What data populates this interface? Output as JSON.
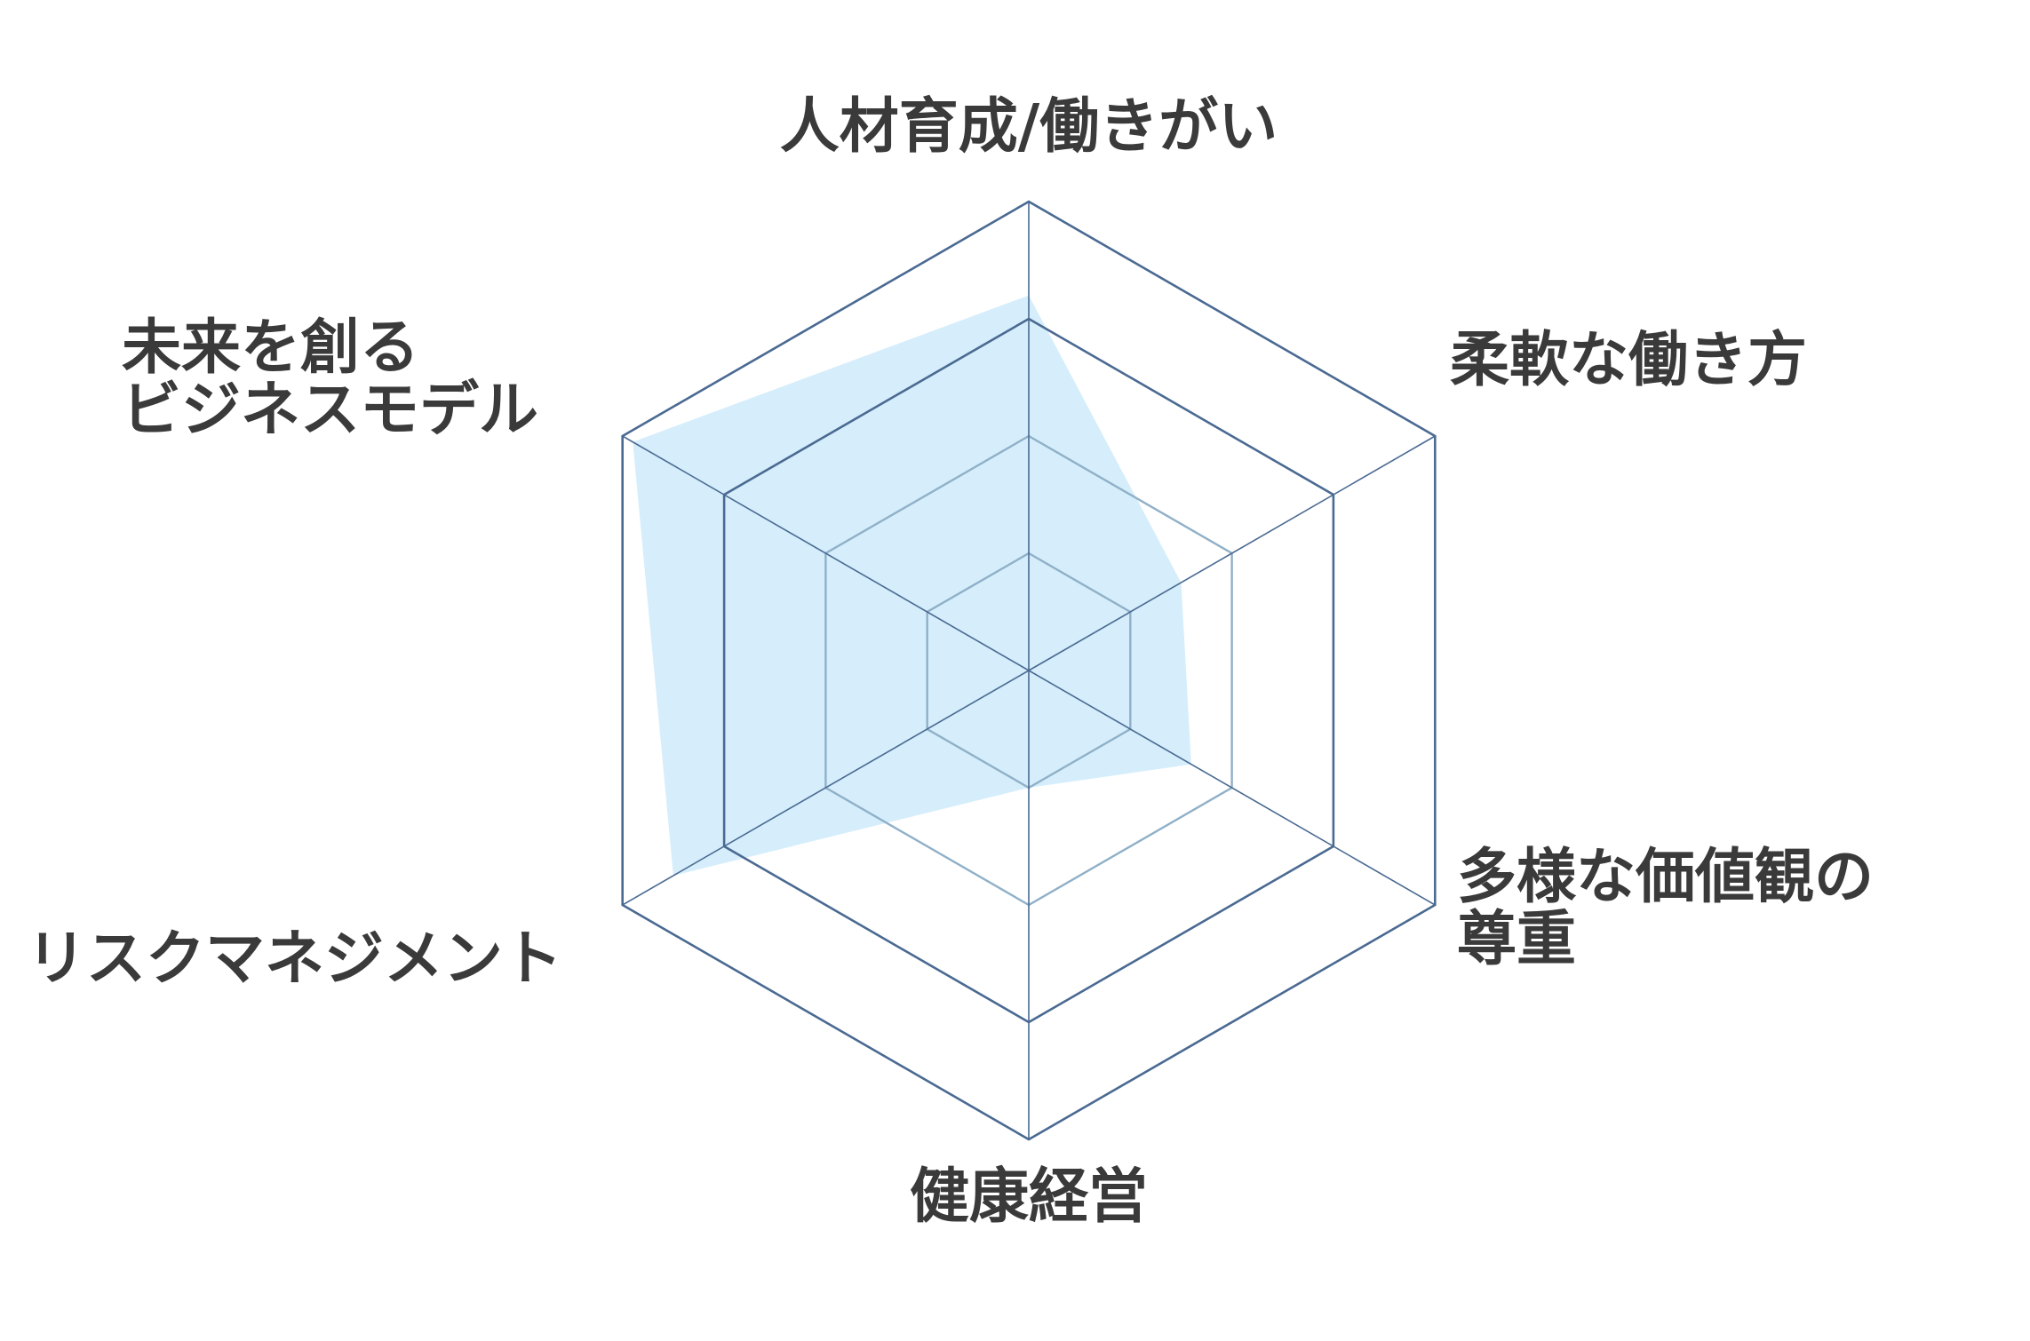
{
  "colors": {
    "grid_outer": "#4a6a92",
    "grid_inner": "#8fb0c8",
    "spokes": "#4a6a92",
    "fill": "#d6eefb",
    "label": "#3a3a3a"
  },
  "chart_data": {
    "type": "radar",
    "axes": [
      {
        "label_lines": [
          "人材育成/働きがい"
        ]
      },
      {
        "label_lines": [
          "柔軟な働き方"
        ]
      },
      {
        "label_lines": [
          "多様な価値観の",
          "尊重"
        ]
      },
      {
        "label_lines": [
          "健康経営"
        ]
      },
      {
        "label_lines": [
          "リスクマネジメント"
        ]
      },
      {
        "label_lines": [
          "未来を創る",
          "ビジネスモデル"
        ]
      }
    ],
    "rlim": [
      0,
      4
    ],
    "rings": 4,
    "values": [
      3.2,
      1.5,
      1.6,
      1.0,
      3.5,
      3.9
    ]
  }
}
